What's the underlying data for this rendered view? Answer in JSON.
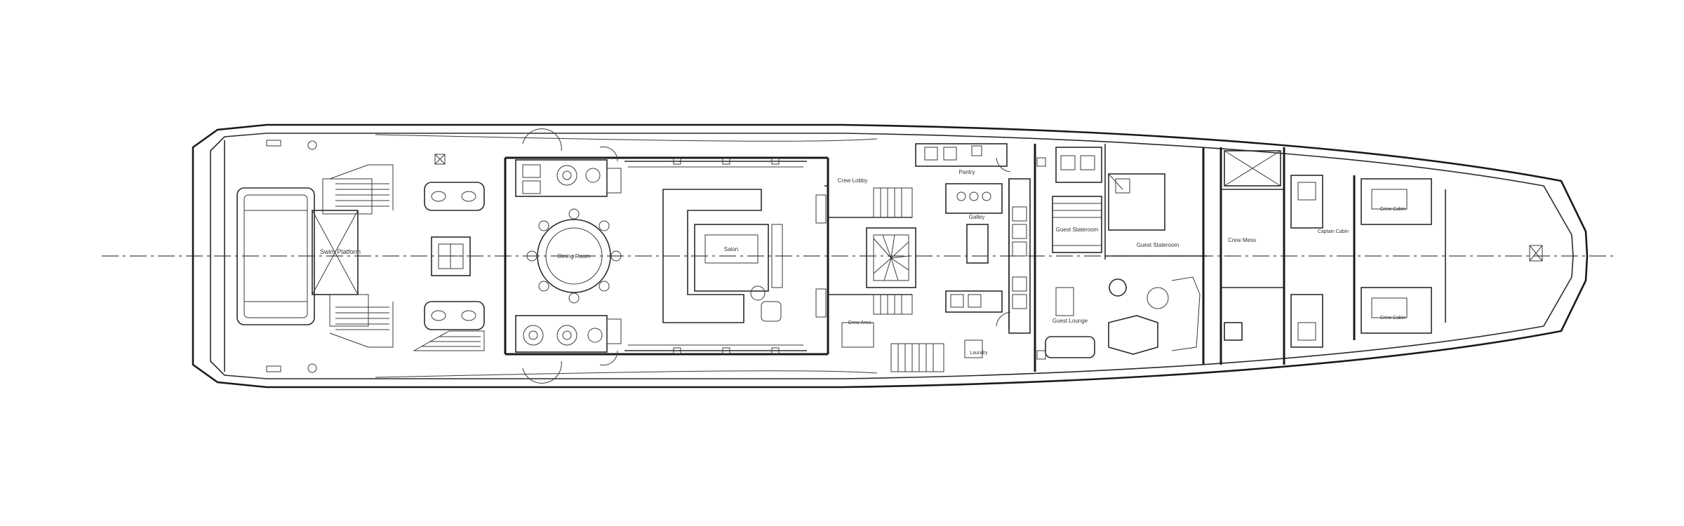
{
  "diagram": {
    "labels": {
      "crew_lobby": "Crew Lobby",
      "pantry": "Pantry",
      "galley": "Galley",
      "guest_stateroom": "Guest Stateroom",
      "guest_stateroom_2": "Guest Stateroom",
      "guest_lounge": "Guest Lounge",
      "dining_room": "Dining Room",
      "salon": "Salon",
      "crew_mess": "Crew Mess",
      "laundry": "Laundry",
      "captain_cabin": "Captain Cabin",
      "crew_cabin_fwd": "Crew Cabin",
      "crew_cabin_aft": "Crew Cabin",
      "swim_platform": "Swim Platform",
      "crew_area": "Crew Area"
    }
  }
}
